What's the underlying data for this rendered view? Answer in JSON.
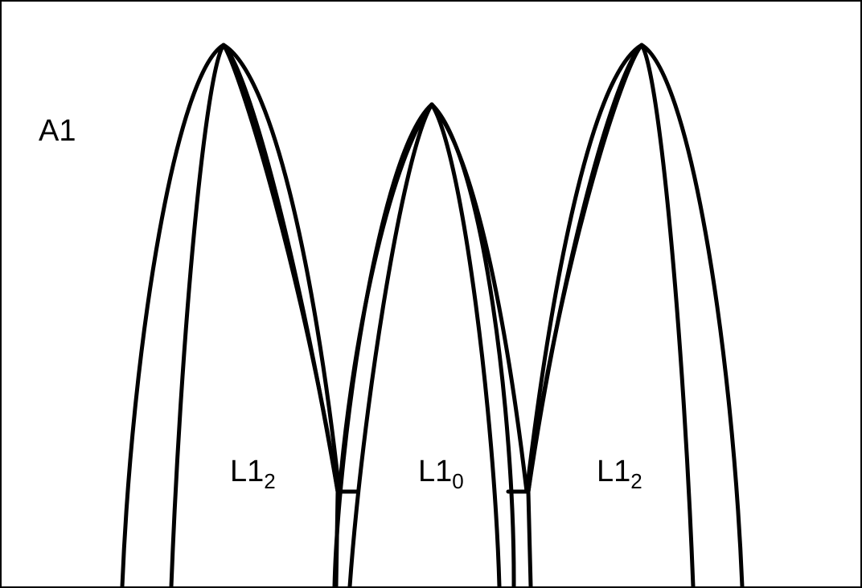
{
  "diagram": {
    "region_label": "A1",
    "phases": [
      {
        "main": "L1",
        "sub": "2"
      },
      {
        "main": "L1",
        "sub": "0"
      },
      {
        "main": "L1",
        "sub": "2"
      }
    ],
    "colors": {
      "line": "#000000",
      "background": "#ffffff"
    }
  }
}
